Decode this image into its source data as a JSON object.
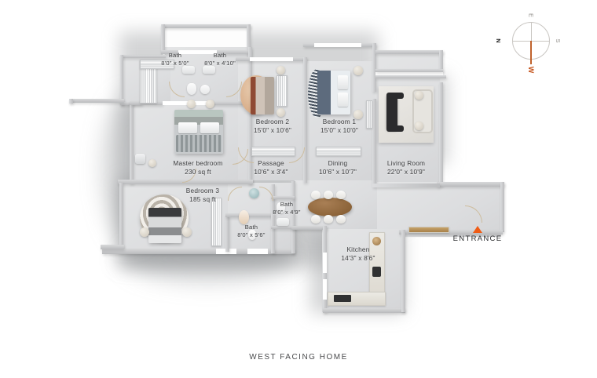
{
  "caption": "WEST FACING HOME",
  "entrance": {
    "label": "ENTRANCE",
    "marker_icon": "triangle-marker-icon",
    "color": "#ef5c16"
  },
  "compass": {
    "name": "compass-rose",
    "north": "N",
    "east": "E",
    "south": "S",
    "west": "W",
    "needle_color": "#c0622c",
    "ring_color": "#c9c6c2"
  },
  "colors": {
    "background": "#ffffff",
    "wall": "#c8c9cb",
    "floor": "#e9eaeb",
    "text": "#3b3c3e",
    "accent_orange": "#ef5c16",
    "door_swing": "#cdbb9a"
  },
  "rooms": [
    {
      "id": "bath-1",
      "name": "Bath",
      "dim": "8'0\" x 5'0\""
    },
    {
      "id": "bath-2",
      "name": "Bath",
      "dim": "8'0\" x 4'10\""
    },
    {
      "id": "bedroom-2",
      "name": "Bedroom 2",
      "dim": "15'0\" x 10'6\""
    },
    {
      "id": "bedroom-1",
      "name": "Bedroom 1",
      "dim": "15'0\" x 10'0\""
    },
    {
      "id": "master-bedroom",
      "name": "Master bedroom",
      "dim": "230 sq ft"
    },
    {
      "id": "passage",
      "name": "Passage",
      "dim": "10'6\" x 3'4\""
    },
    {
      "id": "dining",
      "name": "Dining",
      "dim": "10'6\" x 10'7\""
    },
    {
      "id": "living-room",
      "name": "Living Room",
      "dim": "22'0\" x 10'9\""
    },
    {
      "id": "bedroom-3",
      "name": "Bedroom 3",
      "dim": "185 sq ft"
    },
    {
      "id": "bath-3",
      "name": "Bath",
      "dim": "8'0\" x 4'9\""
    },
    {
      "id": "bath-4",
      "name": "Bath",
      "dim": "8'0\" x 5'6\""
    },
    {
      "id": "kitchen",
      "name": "Kitchen",
      "dim": "14'3\" x 8'6\""
    }
  ]
}
